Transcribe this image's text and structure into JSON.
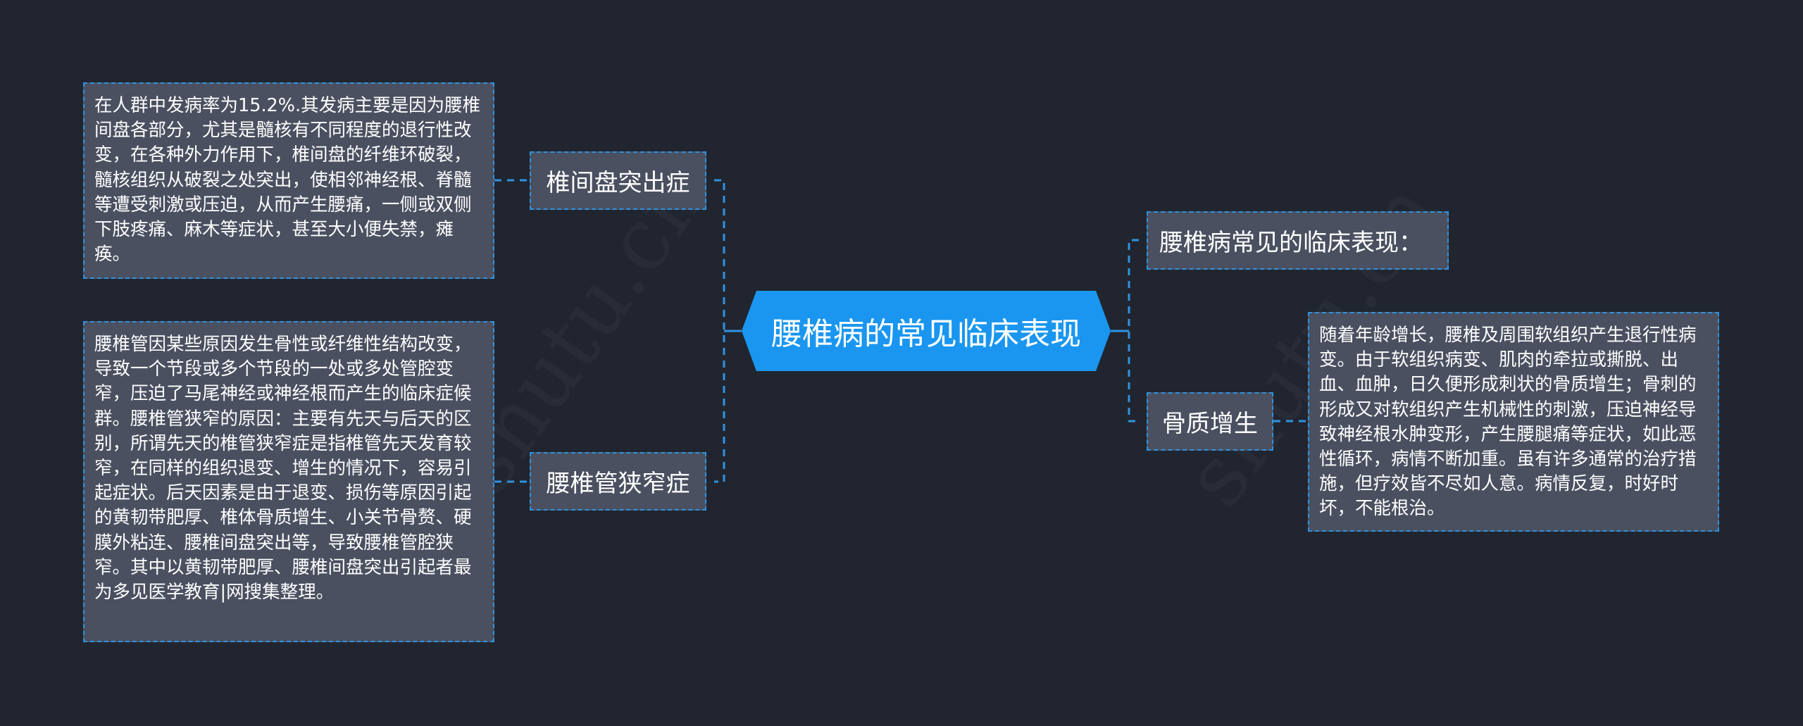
{
  "diagram": {
    "type": "mind-map",
    "colors": {
      "background": "#21252f",
      "root_fill": "#1a96f0",
      "node_fill": "#4a5060",
      "connector": "#2f93e0",
      "text": "#ffffff"
    },
    "watermark": "shutu.cn",
    "root": {
      "label": "腰椎病的常见临床表现"
    },
    "left_branches": [
      {
        "label": "椎间盘突出症",
        "detail": "在人群中发病率为15.2%.其发病主要是因为腰椎间盘各部分，尤其是髓核有不同程度的退行性改变，在各种外力作用下，椎间盘的纤维环破裂，髓核组织从破裂之处突出，使相邻神经根、脊髓等遭受刺激或压迫，从而产生腰痛，一侧或双侧下肢疼痛、麻木等症状，甚至大小便失禁，瘫痪。"
      },
      {
        "label": "腰椎管狭窄症",
        "detail": "腰椎管因某些原因发生骨性或纤维性结构改变，导致一个节段或多个节段的一处或多处管腔变窄，压迫了马尾神经或神经根而产生的临床症候群。腰椎管狭窄的原因：主要有先天与后天的区别，所谓先天的椎管狭窄症是指椎管先天发育较窄，在同样的组织退变、增生的情况下，容易引起症状。后天因素是由于退变、损伤等原因引起的黄韧带肥厚、椎体骨质增生、小关节骨赘、硬膜外粘连、腰椎间盘突出等，导致腰椎管腔狭窄。其中以黄韧带肥厚、腰椎间盘突出引起者最为多见医学教育|网搜集整理。"
      }
    ],
    "right_branches": [
      {
        "label": "腰椎病常见的临床表现："
      },
      {
        "label": "骨质增生",
        "detail": "随着年龄增长，腰椎及周围软组织产生退行性病变。由于软组织病变、肌肉的牵拉或撕脱、出血、血肿，日久便形成刺状的骨质增生；骨刺的形成又对软组织产生机械性的刺激，压迫神经导致神经根水肿变形，产生腰腿痛等症状，如此恶性循环，病情不断加重。虽有许多通常的治疗措施，但疗效皆不尽如人意。病情反复，时好时坏，不能根治。"
      }
    ]
  }
}
